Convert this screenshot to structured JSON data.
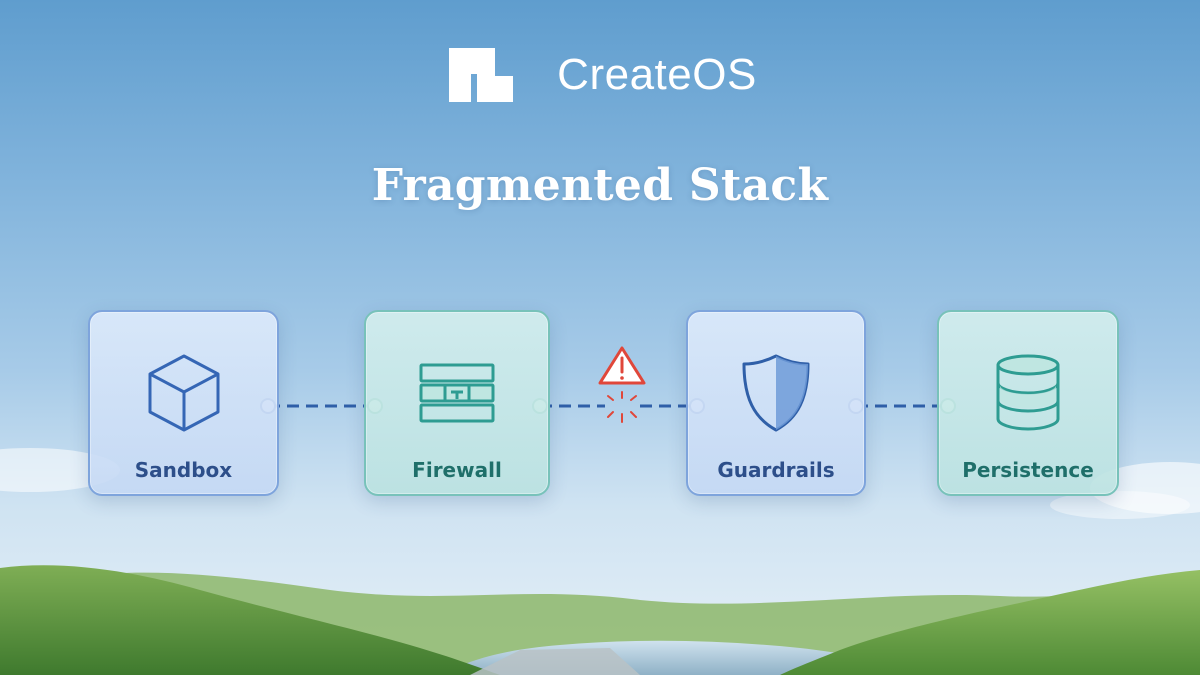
{
  "brand": {
    "name": "CreateOS",
    "logo_icon": "createos-logo-icon"
  },
  "title": "Fragmented Stack",
  "components": [
    {
      "label": "Sandbox",
      "icon": "cube-icon",
      "style": "blue"
    },
    {
      "label": "Firewall",
      "icon": "firewall-icon",
      "style": "teal"
    },
    {
      "label": "Guardrails",
      "icon": "shield-icon",
      "style": "blue"
    },
    {
      "label": "Persistence",
      "icon": "database-icon",
      "style": "teal"
    }
  ],
  "connections": [
    {
      "from": "Sandbox",
      "to": "Firewall",
      "status": "connected"
    },
    {
      "from": "Firewall",
      "to": "Guardrails",
      "status": "broken",
      "icon": "warning-icon"
    },
    {
      "from": "Guardrails",
      "to": "Persistence",
      "status": "connected"
    }
  ],
  "colors": {
    "blue_accent": "#3566b5",
    "teal_accent": "#2e9c92",
    "connector": "#2f5fa8",
    "warning": "#e0473a"
  }
}
